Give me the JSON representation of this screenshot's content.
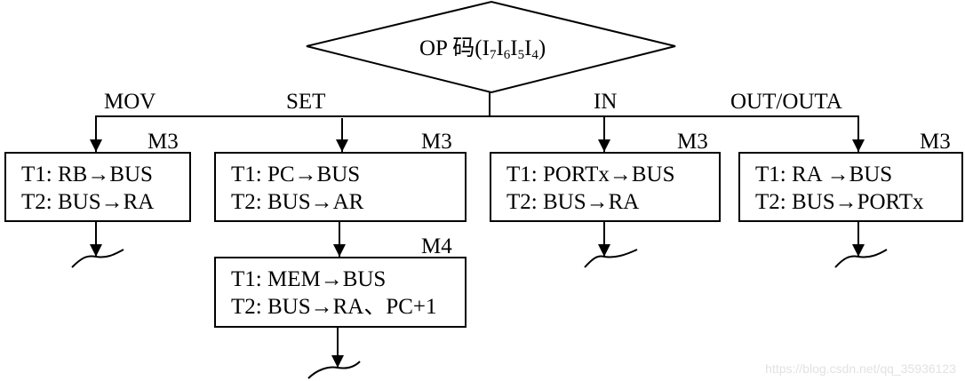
{
  "decision": {
    "label": "OP 码",
    "paren_open": "(",
    "bits": [
      {
        "letter": "I",
        "sub": "7"
      },
      {
        "letter": "I",
        "sub": "6"
      },
      {
        "letter": "I",
        "sub": "5"
      },
      {
        "letter": "I",
        "sub": "4"
      }
    ],
    "paren_close": ")"
  },
  "branches": [
    {
      "name": "MOV",
      "cycle": "M3",
      "lines": [
        "T1: RB→BUS",
        "T2: BUS→RA"
      ]
    },
    {
      "name": "SET",
      "cycle": "M3",
      "lines": [
        "T1: PC→BUS",
        "T2: BUS→AR"
      ],
      "next": {
        "cycle": "M4",
        "lines": [
          "T1: MEM→BUS",
          "T2: BUS→RA、PC+1"
        ]
      }
    },
    {
      "name": "IN",
      "cycle": "M3",
      "lines": [
        "T1: PORTx→BUS",
        "T2: BUS→RA"
      ]
    },
    {
      "name": "OUT/OUTA",
      "cycle": "M3",
      "lines": [
        "T1: RA →BUS",
        "T2: BUS→PORTx"
      ]
    }
  ],
  "watermark": "https://blog.csdn.net/qq_35936123"
}
